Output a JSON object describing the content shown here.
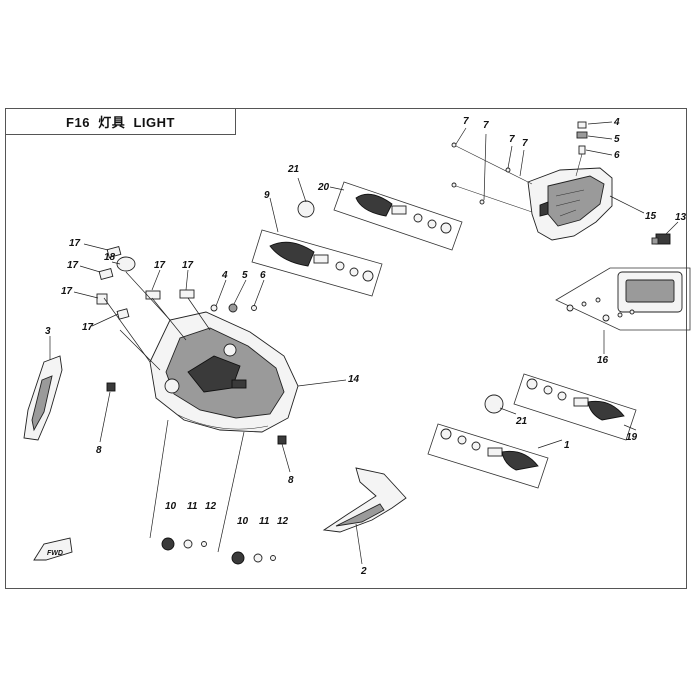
{
  "header": {
    "title_code": "F16",
    "title_cn": "灯具",
    "title_en": "LIGHT"
  },
  "callouts": [
    "1",
    "2",
    "3",
    "4",
    "5",
    "6",
    "7",
    "8",
    "9",
    "10",
    "11",
    "12",
    "13",
    "14",
    "15",
    "16",
    "17",
    "18",
    "19",
    "20",
    "21"
  ],
  "fwd_label": "FWD"
}
